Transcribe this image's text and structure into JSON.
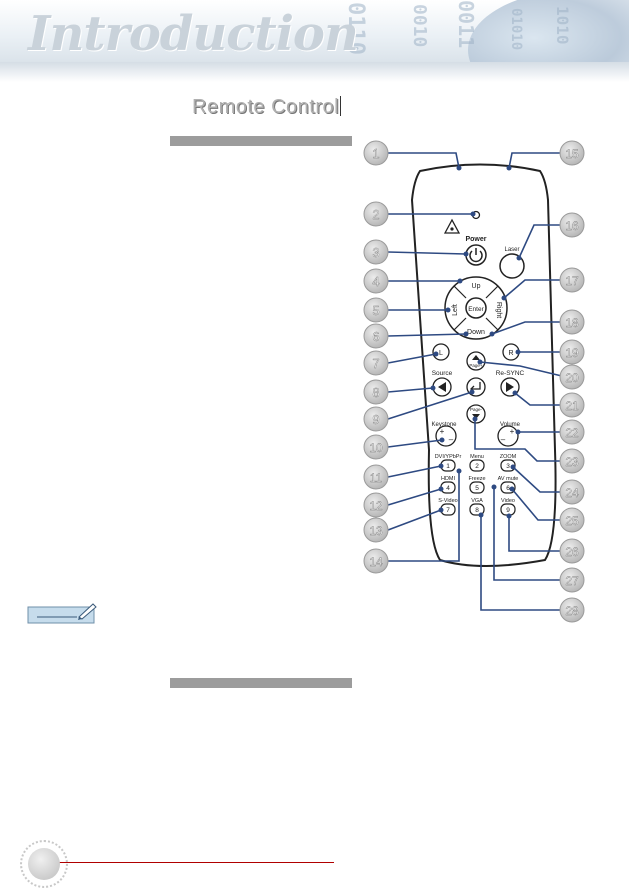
{
  "header": {
    "title": "Introduction",
    "bits": [
      "0110",
      "0010",
      "0011",
      "01010",
      "1010"
    ]
  },
  "section": {
    "title": "Remote Control"
  },
  "remote": {
    "power": "Power",
    "laser": "Laser",
    "up": "Up",
    "down": "Down",
    "left": "Left",
    "right": "Right",
    "enter": "Enter",
    "l": "L",
    "r": "R",
    "page_up": "Page+",
    "page_down": "Page-",
    "source": "Source",
    "resync": "Re-SYNC",
    "keystone": "Keystone",
    "volume": "Volume",
    "plus": "+",
    "minus": "–",
    "dvi": "DVI/YPbPr",
    "menu": "Menu",
    "zoom": "ZOOM",
    "hdmi": "HDMI",
    "freeze": "Freeze",
    "avmute": "AV mute",
    "svideo": "S-Video",
    "vga": "VGA",
    "video": "Video",
    "keys": [
      "1",
      "2",
      "3",
      "4",
      "5",
      "6",
      "7",
      "8",
      "9"
    ]
  },
  "callouts": [
    "1",
    "2",
    "3",
    "4",
    "5",
    "6",
    "7",
    "8",
    "9",
    "10",
    "11",
    "12",
    "13",
    "14",
    "15",
    "16",
    "17",
    "18",
    "19",
    "20",
    "21",
    "22",
    "23",
    "24",
    "25",
    "26",
    "27",
    "28"
  ],
  "colors": {
    "callout_fill": "#c4c4c4",
    "callout_border": "#9a9a9a",
    "leader_line": "#2e4a82",
    "accent_red": "#b00000"
  }
}
